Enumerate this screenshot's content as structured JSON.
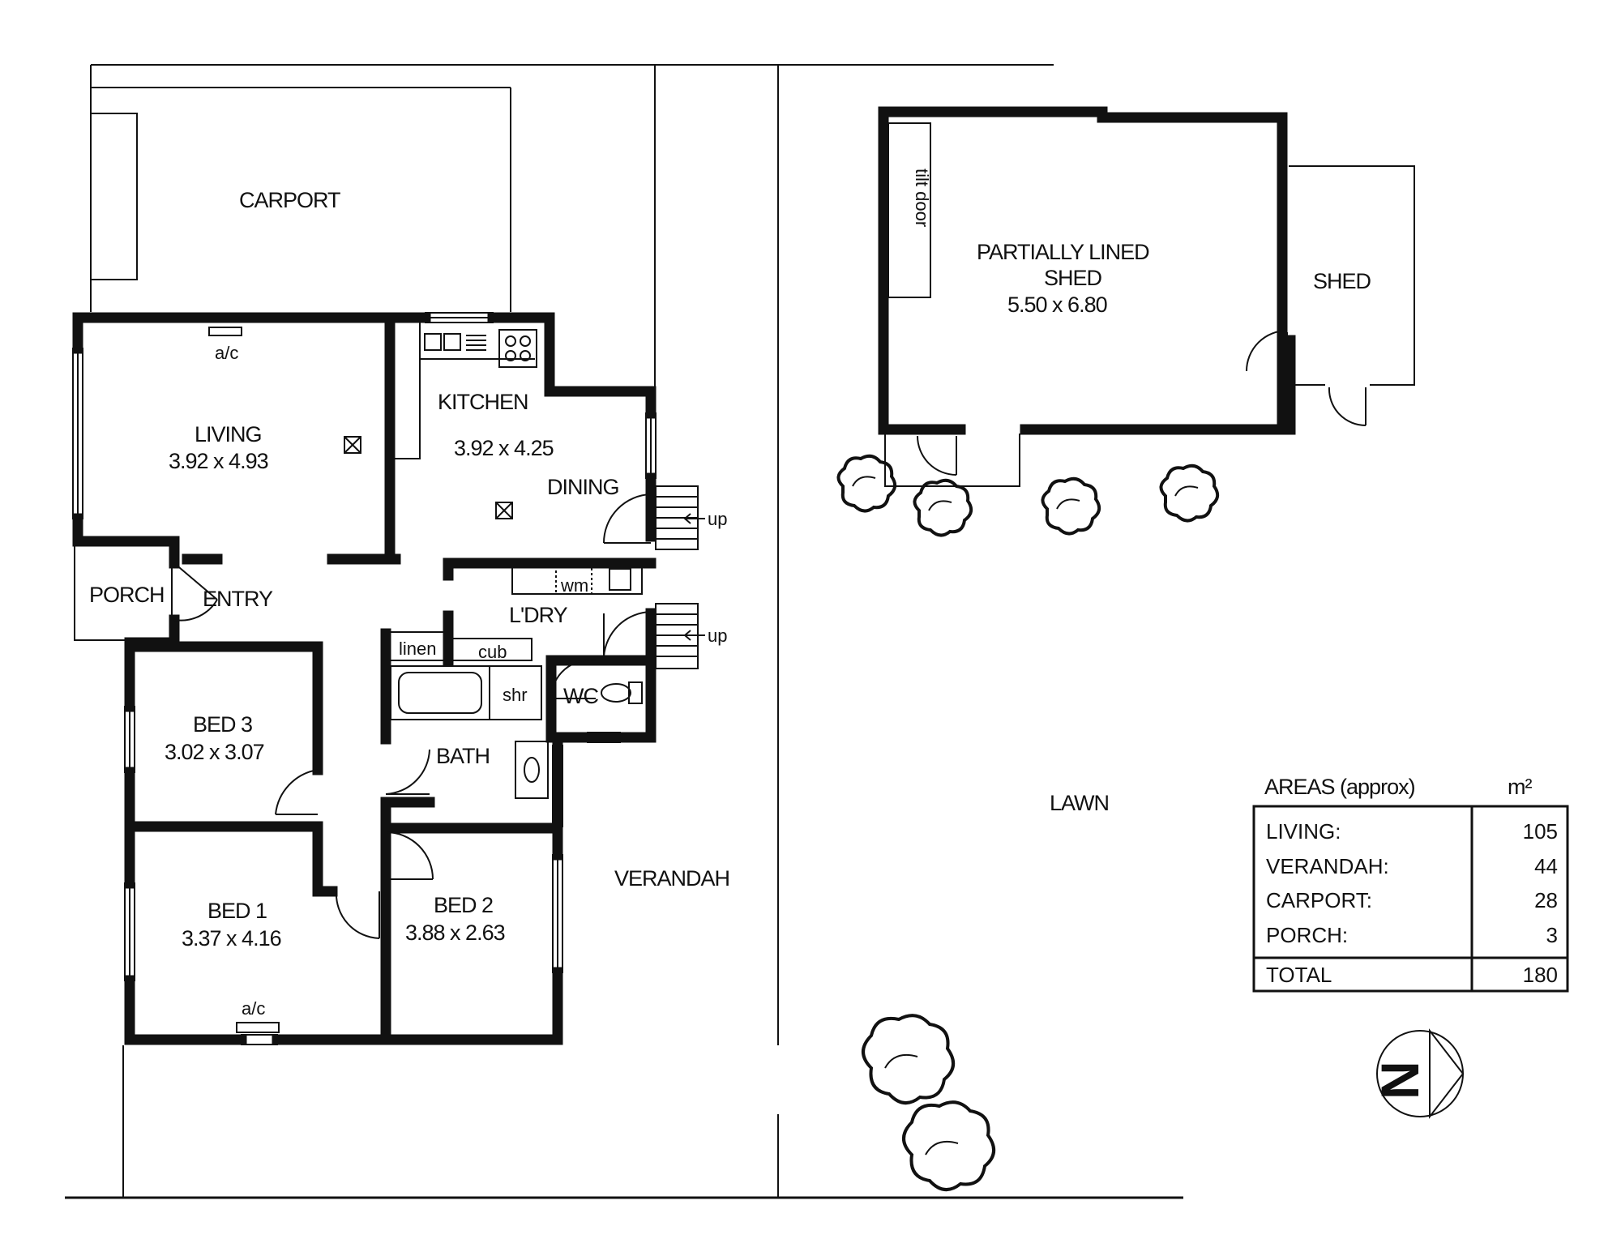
{
  "rooms": {
    "carport": "CARPORT",
    "living": "LIVING",
    "living_dim": "3.92 x 4.93",
    "living_ac": "a/c",
    "kitchen": "KITCHEN",
    "kitchen_dim": "3.92 x 4.25",
    "dining": "DINING",
    "porch": "PORCH",
    "entry": "ENTRY",
    "laundry": "L'DRY",
    "wm": "wm",
    "linen": "linen",
    "cub": "cub",
    "shr": "shr",
    "wc": "WC",
    "bath": "BATH",
    "bed3": "BED 3",
    "bed3_dim": "3.02 x 3.07",
    "bed1": "BED 1",
    "bed1_dim": "3.37 x 4.16",
    "bed1_ac": "a/c",
    "bed2": "BED 2",
    "bed2_dim": "3.88 x 2.63",
    "verandah": "VERANDAH",
    "lawn": "LAWN",
    "shed_main_1": "PARTIALLY LINED",
    "shed_main_2": "SHED",
    "shed_main_dim": "5.50 x 6.80",
    "tilt_door": "tilt door",
    "shed": "SHED",
    "up1": "up",
    "up2": "up"
  },
  "areas": {
    "title": "AREAS (approx)",
    "unit": "m²",
    "rows": [
      {
        "label": "LIVING:",
        "value": "105"
      },
      {
        "label": "VERANDAH:",
        "value": "44"
      },
      {
        "label": "CARPORT:",
        "value": "28"
      },
      {
        "label": "PORCH:",
        "value": "3"
      }
    ],
    "total_label": "TOTAL",
    "total_value": "180"
  },
  "compass": {
    "letter": "N"
  }
}
